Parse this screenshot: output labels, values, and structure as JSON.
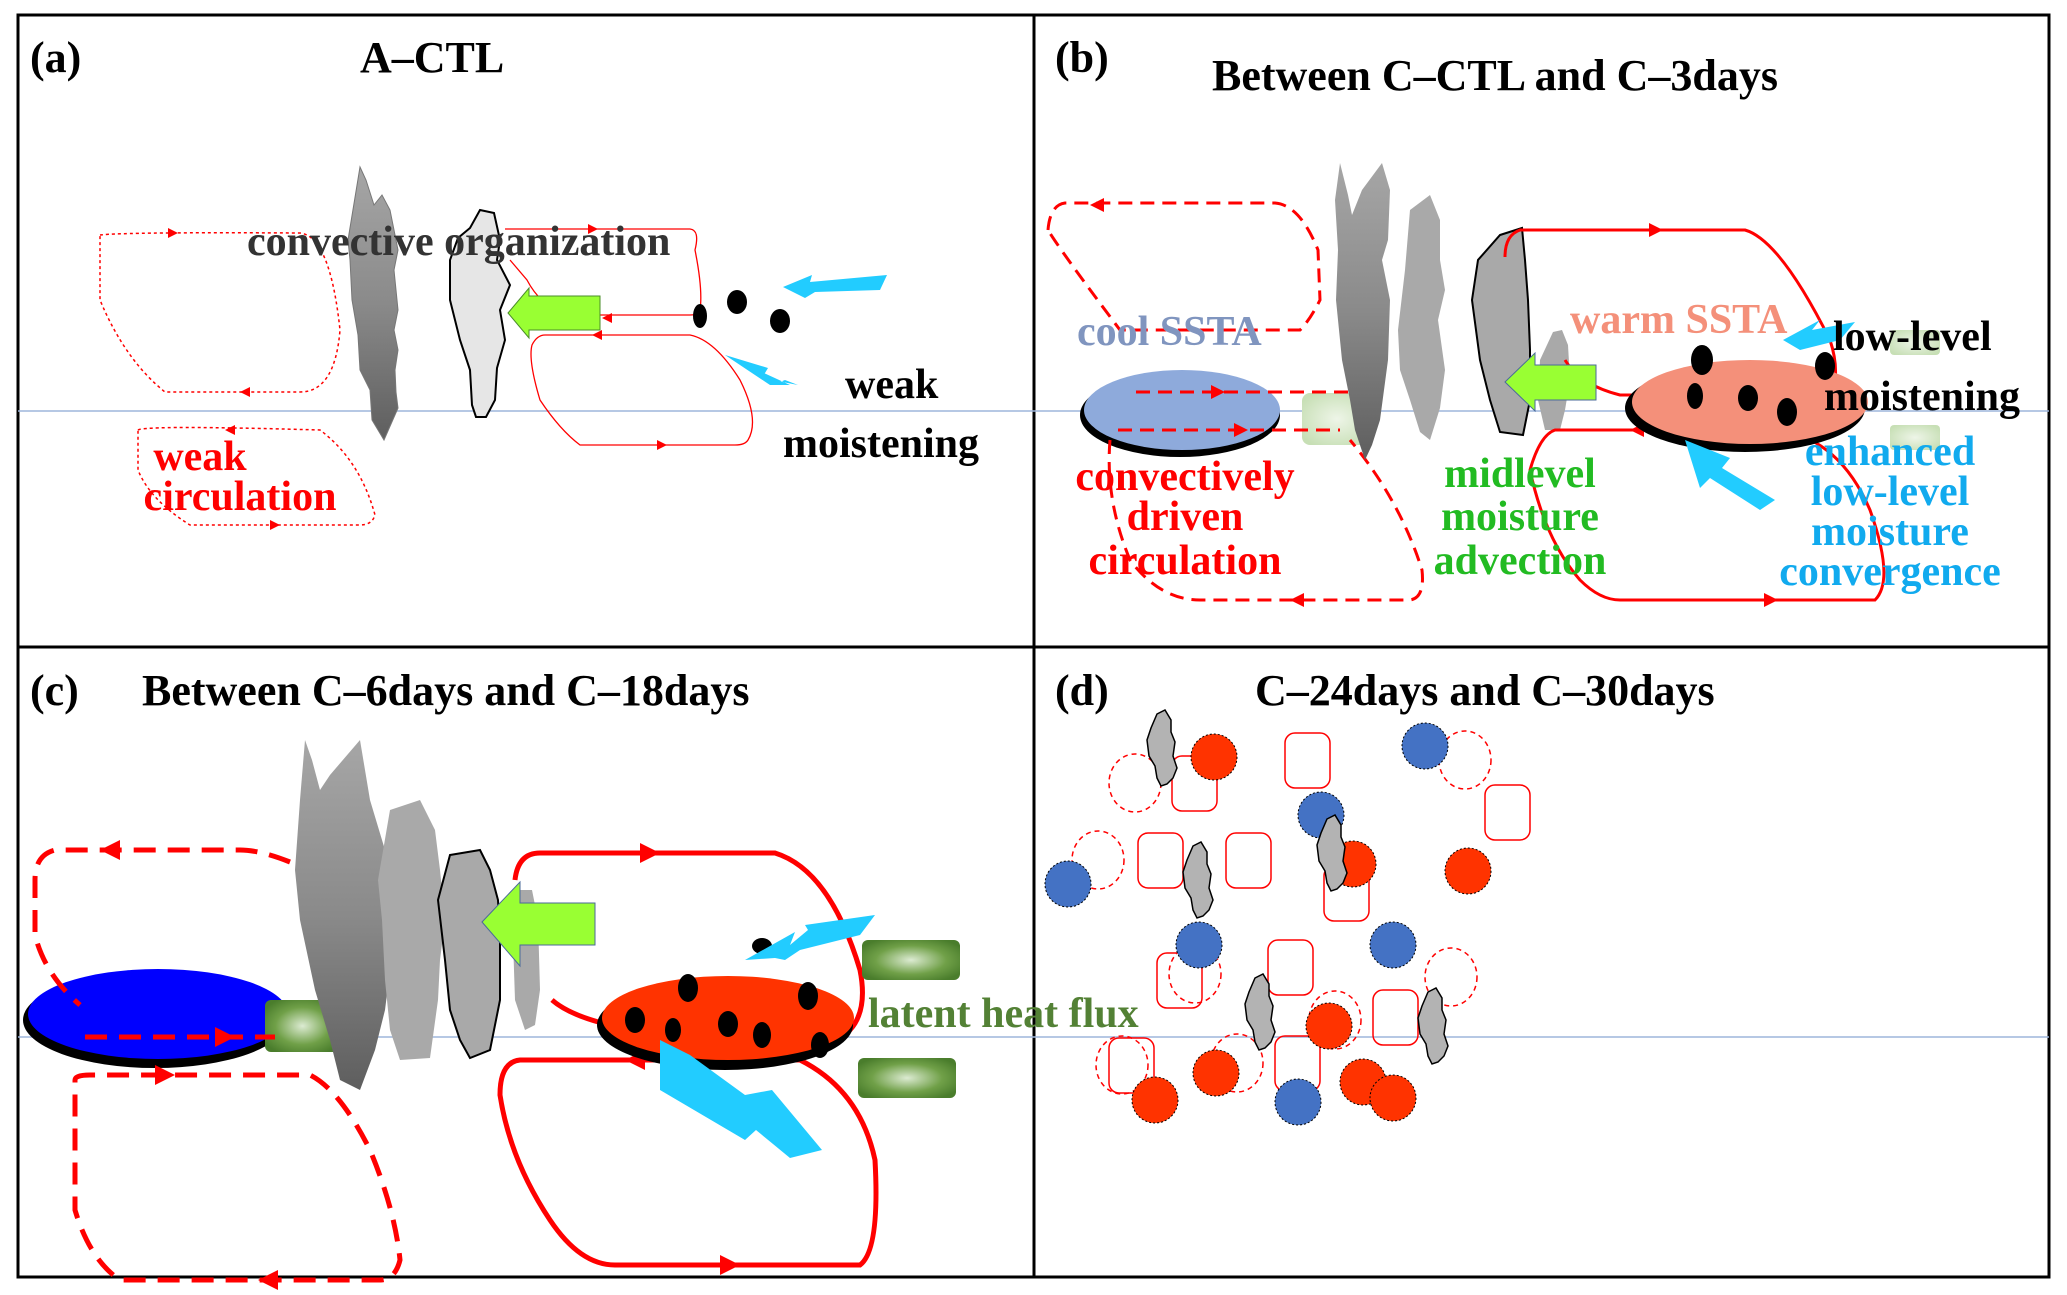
{
  "panels": {
    "a": {
      "tag": "(a)",
      "title": "A–CTL",
      "labels": {
        "organization": "convective organization",
        "weak_circ_1": "weak",
        "weak_circ_2": "circulation",
        "weak_moist_1": "weak",
        "weak_moist_2": "moistening"
      }
    },
    "b": {
      "tag": "(b)",
      "title": "Between C–CTL and C–3days",
      "labels": {
        "cool": "cool SSTA",
        "warm": "warm SSTA",
        "conv_1": "convectively",
        "conv_2": "driven",
        "conv_3": "circulation",
        "mid_1": "midlevel",
        "mid_2": "moisture",
        "mid_3": "advection",
        "low_1": "low-level",
        "low_2": "moistening",
        "enh_1": "enhanced",
        "enh_2": "low-level",
        "enh_3": "moisture",
        "enh_4": "convergence"
      }
    },
    "c": {
      "tag": "(c)",
      "title": "Between C–6days and C–18days",
      "labels": {
        "latent": "latent heat flux"
      }
    },
    "d": {
      "tag": "(d)",
      "title": "C–24days and C–30days"
    }
  },
  "colors": {
    "circulation": "#ff0000",
    "cool_ssta_light": "#8eaadb",
    "warm_ssta_light": "#f4907a",
    "cool_ssta_strong": "#0000ff",
    "warm_ssta_strong": "#ff3300",
    "moisture_advection": "#99ff33",
    "moisture_convergence": "#22ccff",
    "latent_heat": "#538135",
    "mid_text": "#22bb22",
    "enh_text": "#11aaee",
    "panel_d_blue": "#4472c4"
  }
}
